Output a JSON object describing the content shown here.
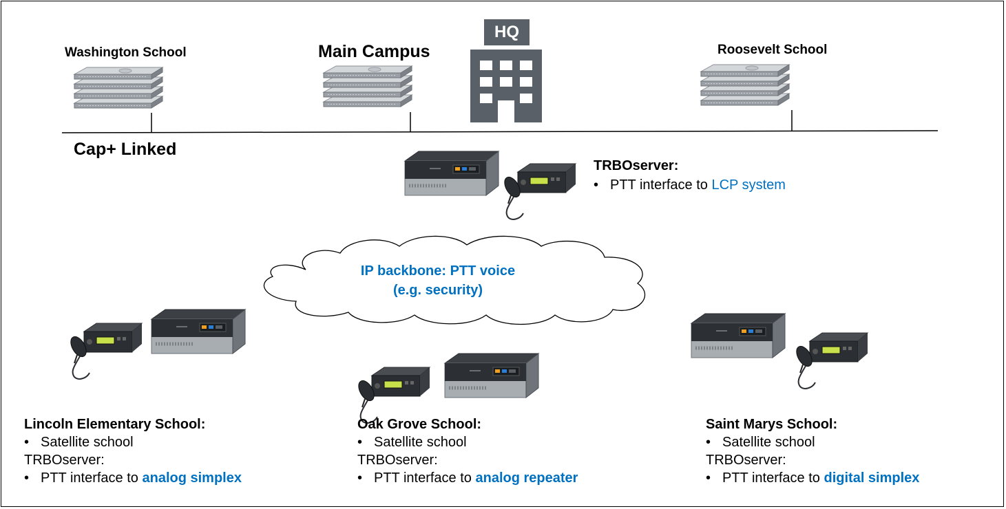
{
  "top_sites": {
    "washington": "Washington School",
    "main_campus": "Main Campus",
    "hq_badge": "HQ",
    "roosevelt": "Roosevelt School"
  },
  "network_label": "Cap+ Linked",
  "hq_trbo": {
    "title": "TRBOserver:",
    "bullet": "•",
    "text_prefix": "PTT interface to",
    "text_link": "LCP system"
  },
  "cloud": {
    "line1": "IP backbone: PTT voice",
    "line2": "(e.g. security)"
  },
  "satellites": [
    {
      "name": "Lincoln Elementary School:",
      "bullet": "•",
      "role": "Satellite school",
      "server_label": "TRBOserver:",
      "ptt_prefix": "PTT interface to",
      "ptt_type": "analog simplex"
    },
    {
      "name": "Oak Grove School:",
      "bullet": "•",
      "role": "Satellite school",
      "server_label": "TRBOserver:",
      "ptt_prefix": "PTT interface to",
      "ptt_type": "analog repeater"
    },
    {
      "name": "Saint Marys School:",
      "bullet": "•",
      "role": "Satellite school",
      "server_label": "TRBOserver:",
      "ptt_prefix": "PTT interface to",
      "ptt_type": "digital simplex"
    }
  ],
  "colors": {
    "accent_blue": "#0070c0",
    "building_gray": "#5a6068",
    "server_gray": "#b8bcc0"
  },
  "icons": [
    "rack-server-icon",
    "hq-building-icon",
    "mini-pc-icon",
    "mobile-radio-icon",
    "cloud-icon"
  ]
}
